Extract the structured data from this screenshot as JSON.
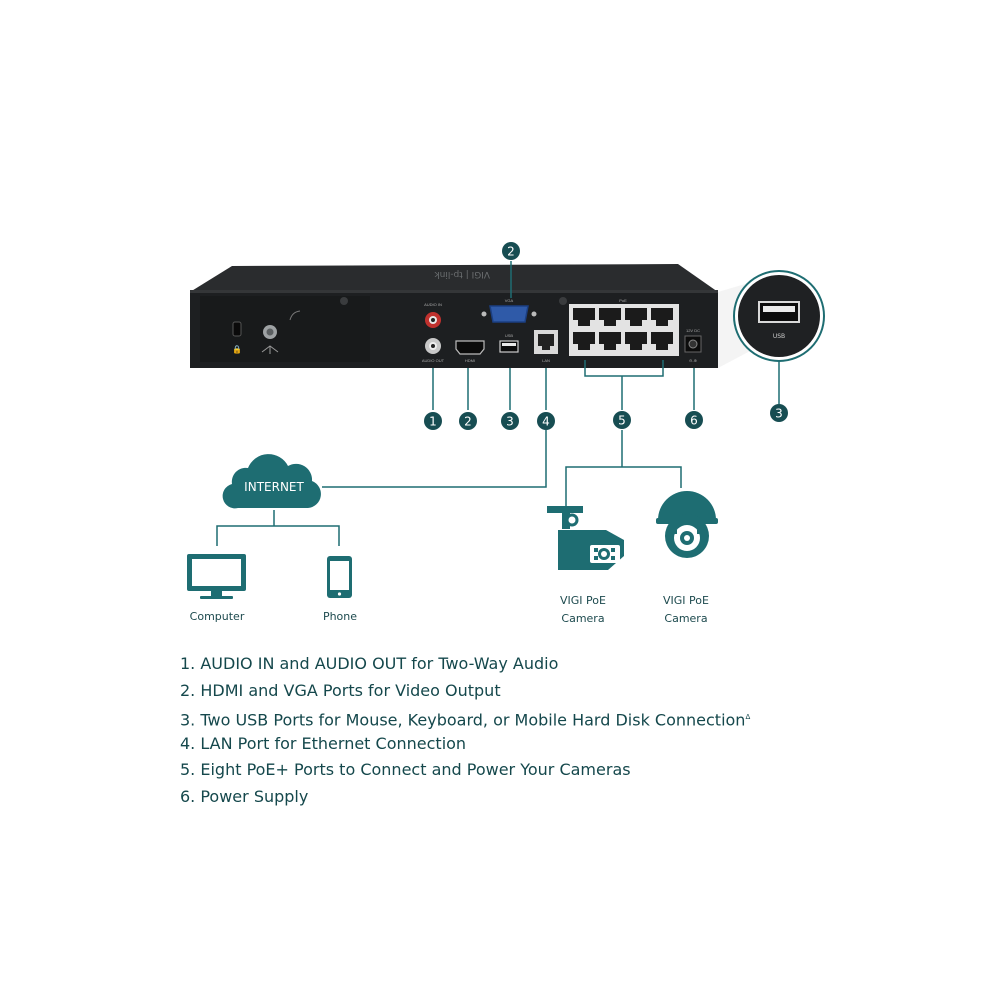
{
  "device": {
    "port_labels": {
      "audio_in": "AUDIO IN",
      "audio_out": "AUDIO OUT",
      "vga": "VGA",
      "hdmi": "HDMI",
      "usb": "USB",
      "lan": "LAN",
      "poe": "PoE",
      "power": "12V DC"
    },
    "zoom_label": "USB"
  },
  "callouts": [
    "1",
    "2",
    "3",
    "4",
    "5",
    "6"
  ],
  "network": {
    "cloud_label": "INTERNET",
    "devices": [
      {
        "label": "Computer"
      },
      {
        "label": "Phone"
      }
    ],
    "cameras": [
      {
        "label_line1": "VIGI PoE",
        "label_line2": "Camera"
      },
      {
        "label_line1": "VIGI PoE",
        "label_line2": "Camera"
      }
    ]
  },
  "legend": [
    {
      "text": "1. AUDIO IN and AUDIO OUT for Two-Way Audio"
    },
    {
      "text": "2. HDMI and VGA Ports for Video Output"
    },
    {
      "text": "3. Two USB Ports for Mouse, Keyboard, or Mobile Hard Disk Connection",
      "marker": "Δ"
    },
    {
      "text": "4. LAN Port for Ethernet Connection"
    },
    {
      "text": "5. Eight PoE+ Ports to Connect and Power Your Cameras"
    },
    {
      "text": "6. Power Supply"
    }
  ],
  "colors": {
    "accent": "#1e6d72",
    "badge": "#174d52",
    "device_body": "#1d1f21",
    "text": "#15484c"
  }
}
